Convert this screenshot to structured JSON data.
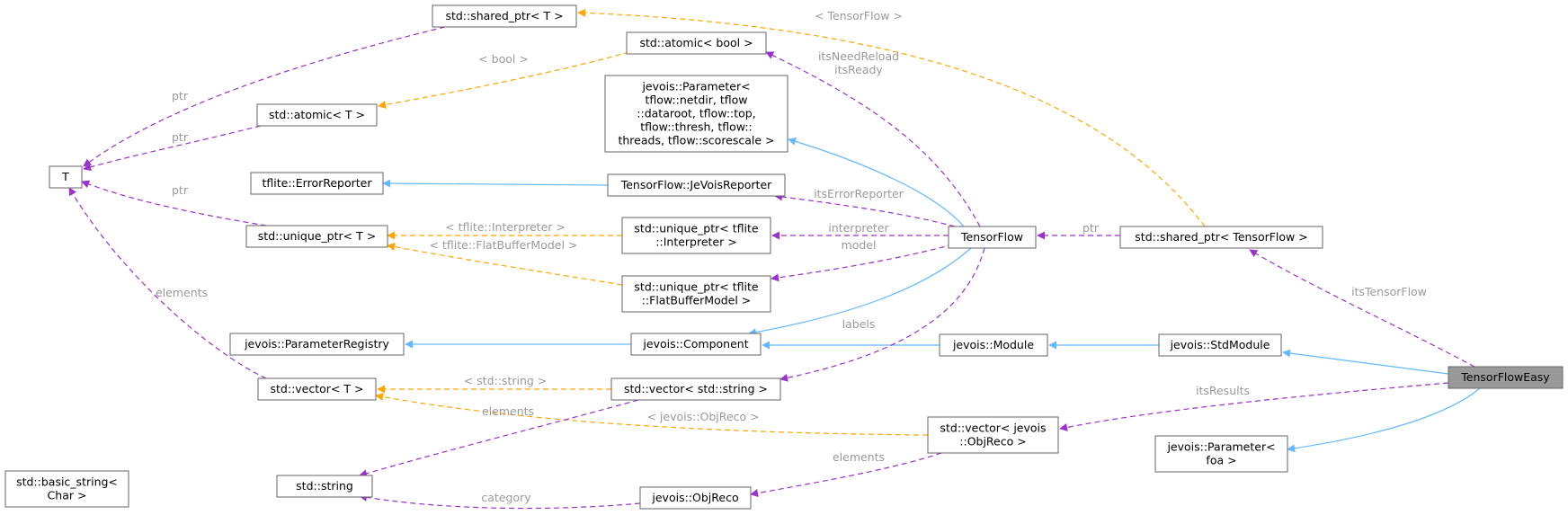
{
  "diagram": {
    "nodes": [
      {
        "id": "T",
        "lines": [
          "T"
        ]
      },
      {
        "id": "sp_T",
        "lines": [
          "std::shared_ptr< T >"
        ]
      },
      {
        "id": "atomic_bool",
        "lines": [
          "std::atomic< bool >"
        ]
      },
      {
        "id": "atomic_T",
        "lines": [
          "std::atomic< T >"
        ]
      },
      {
        "id": "param_tflow",
        "lines": [
          "jevois::Parameter<",
          " tflow::netdir, tflow",
          "::dataroot, tflow::top,",
          " tflow::thresh, tflow::",
          "threads, tflow::scorescale >"
        ]
      },
      {
        "id": "err_reporter",
        "lines": [
          "tflite::ErrorReporter"
        ]
      },
      {
        "id": "jevois_reporter",
        "lines": [
          "TensorFlow::JeVoisReporter"
        ]
      },
      {
        "id": "uptr_T",
        "lines": [
          "std::unique_ptr< T >"
        ]
      },
      {
        "id": "uptr_interp",
        "lines": [
          "std::unique_ptr< tflite",
          "::Interpreter >"
        ]
      },
      {
        "id": "uptr_fbm",
        "lines": [
          "std::unique_ptr< tflite",
          "::FlatBufferModel >"
        ]
      },
      {
        "id": "tensorflow",
        "lines": [
          "TensorFlow"
        ]
      },
      {
        "id": "sp_tf",
        "lines": [
          "std::shared_ptr< TensorFlow >"
        ]
      },
      {
        "id": "param_registry",
        "lines": [
          "jevois::ParameterRegistry"
        ]
      },
      {
        "id": "component",
        "lines": [
          "jevois::Component"
        ]
      },
      {
        "id": "module",
        "lines": [
          "jevois::Module"
        ]
      },
      {
        "id": "stdmodule",
        "lines": [
          "jevois::StdModule"
        ]
      },
      {
        "id": "tfeasy",
        "lines": [
          "TensorFlowEasy"
        ]
      },
      {
        "id": "vec_T",
        "lines": [
          "std::vector< T >"
        ]
      },
      {
        "id": "vec_string",
        "lines": [
          "std::vector< std::string >"
        ]
      },
      {
        "id": "vec_objreco",
        "lines": [
          "std::vector< jevois",
          "::ObjReco >"
        ]
      },
      {
        "id": "param_foa",
        "lines": [
          "jevois::Parameter<",
          "foa >"
        ]
      },
      {
        "id": "basic_string",
        "lines": [
          "std::basic_string<",
          "Char >"
        ]
      },
      {
        "id": "string",
        "lines": [
          "std::string"
        ]
      },
      {
        "id": "objreco",
        "lines": [
          "jevois::ObjReco"
        ]
      }
    ],
    "edges": [
      {
        "id": "e1",
        "kind": "member",
        "label": "ptr"
      },
      {
        "id": "e2",
        "kind": "member",
        "label": "ptr"
      },
      {
        "id": "e3",
        "kind": "member",
        "label": "ptr"
      },
      {
        "id": "e4",
        "kind": "member",
        "label": "elements"
      },
      {
        "id": "e5",
        "kind": "template",
        "label": "< bool >"
      },
      {
        "id": "e6",
        "kind": "template",
        "label": "< TensorFlow >"
      },
      {
        "id": "e7",
        "kind": "member",
        "label": "itsNeedReload\nitsReady"
      },
      {
        "id": "e8",
        "kind": "inherit",
        "label": ""
      },
      {
        "id": "e9",
        "kind": "inherit",
        "label": ""
      },
      {
        "id": "e10",
        "kind": "member",
        "label": "itsErrorReporter"
      },
      {
        "id": "e11",
        "kind": "template",
        "label": "< tflite::Interpreter >"
      },
      {
        "id": "e12",
        "kind": "template",
        "label": "< tflite::FlatBufferModel >"
      },
      {
        "id": "e13",
        "kind": "member",
        "label": "interpreter"
      },
      {
        "id": "e14",
        "kind": "member",
        "label": "model"
      },
      {
        "id": "e15",
        "kind": "member",
        "label": "ptr"
      },
      {
        "id": "e16",
        "kind": "member",
        "label": "itsTensorFlow"
      },
      {
        "id": "e17",
        "kind": "inherit",
        "label": ""
      },
      {
        "id": "e18",
        "kind": "inherit",
        "label": ""
      },
      {
        "id": "e19",
        "kind": "inherit",
        "label": ""
      },
      {
        "id": "e20",
        "kind": "inherit",
        "label": ""
      },
      {
        "id": "e21",
        "kind": "member",
        "label": "labels"
      },
      {
        "id": "e22",
        "kind": "template",
        "label": "< std::string >"
      },
      {
        "id": "e23",
        "kind": "template",
        "label": "< jevois::ObjReco >"
      },
      {
        "id": "e24",
        "kind": "member",
        "label": "itsResults"
      },
      {
        "id": "e25",
        "kind": "inherit",
        "label": ""
      },
      {
        "id": "e26",
        "kind": "inherit",
        "label": ""
      },
      {
        "id": "e27",
        "kind": "member",
        "label": "elements"
      },
      {
        "id": "e28",
        "kind": "member",
        "label": "elements"
      },
      {
        "id": "e29",
        "kind": "member",
        "label": "category"
      }
    ]
  },
  "colors": {
    "inherit": "#63b8ff",
    "member": "#9a32cd",
    "template": "#ffa500",
    "label": "#9a9a9a",
    "focus_fill": "#999999"
  }
}
